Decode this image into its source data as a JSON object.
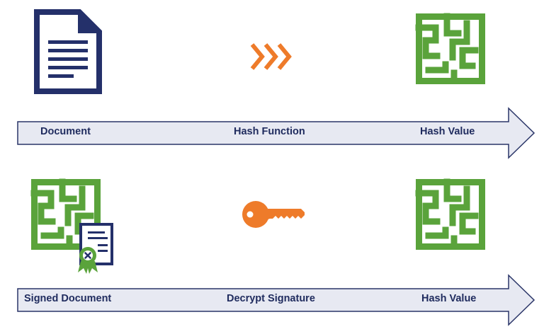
{
  "colors": {
    "navy": "#24306a",
    "green": "#5aa33b",
    "orange": "#ee7b2a",
    "arrow_fill": "#e7e9f2",
    "arrow_stroke": "#2a3568",
    "text": "#1f2b5e"
  },
  "rows": [
    {
      "labels": [
        "Document",
        "Hash Function",
        "Hash Value"
      ],
      "icons": [
        "document-icon",
        "chevrons-icon",
        "maze-hash-icon"
      ]
    },
    {
      "labels": [
        "Signed Document",
        "Decrypt Signature",
        "Hash Value"
      ],
      "icons": [
        "maze-hash-icon",
        "certificate-icon",
        "key-icon",
        "maze-hash-icon"
      ]
    }
  ]
}
